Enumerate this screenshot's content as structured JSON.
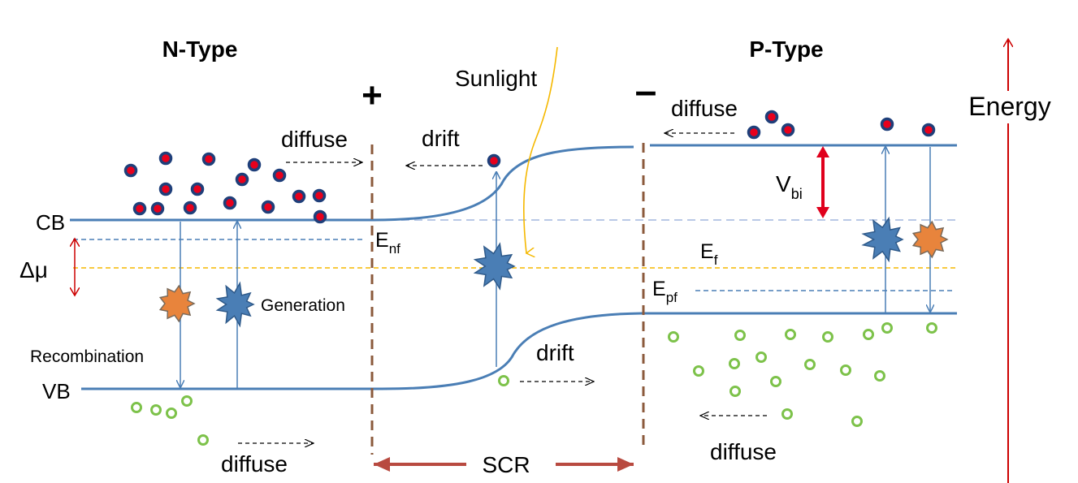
{
  "labels": {
    "n_type": "N-Type",
    "p_type": "P-Type",
    "plus": "+",
    "minus": "–",
    "energy": "Energy",
    "sunlight": "Sunlight",
    "cb": "CB",
    "vb": "VB",
    "delta_mu": "Δμ",
    "recombination": "Recombination",
    "generation": "Generation",
    "diffuse_n_top": "diffuse",
    "diffuse_n_bottom": "diffuse",
    "diffuse_p_top": "diffuse",
    "diffuse_p_bottom": "diffuse",
    "drift_top": "drift",
    "drift_bottom": "drift",
    "scr": "SCR",
    "e_nf_main": "E",
    "e_nf_sub": "nf",
    "e_f_main": "E",
    "e_f_sub": "f",
    "e_pf_main": "E",
    "e_pf_sub": "pf",
    "v_bi_main": "V",
    "v_bi_sub": "bi"
  },
  "colors": {
    "band": "#4a7eb5",
    "electron_fill": "#e8001c",
    "electron_ring": "#1f3f7a",
    "hole": "#7dc24a",
    "fermi": "#f5b800",
    "red_arrow": "#cc0000",
    "scr_arrow": "#b84a40",
    "junction_dash": "#8b5a3c",
    "burst_blue": "#4a7eb5",
    "burst_orange": "#e8843c",
    "sunlight": "#f5b800"
  }
}
